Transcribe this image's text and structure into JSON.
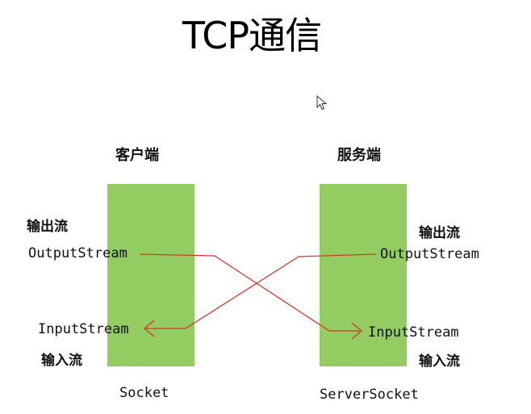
{
  "title": "TCP通信",
  "client": {
    "label": "客户端",
    "output_cn": "输出流",
    "output_en": "OutputStream",
    "input_en": "InputStream",
    "input_cn": "输入流",
    "socket": "Socket"
  },
  "server": {
    "label": "服务端",
    "output_cn": "输出流",
    "output_en": "OutputStream",
    "input_en": "InputStream",
    "input_cn": "输入流",
    "socket": "ServerSocket"
  },
  "colors": {
    "box": "#93cd62",
    "arrow": "#d9342b"
  },
  "icons": [
    "mouse-cursor-icon",
    "arrowhead-icon"
  ]
}
